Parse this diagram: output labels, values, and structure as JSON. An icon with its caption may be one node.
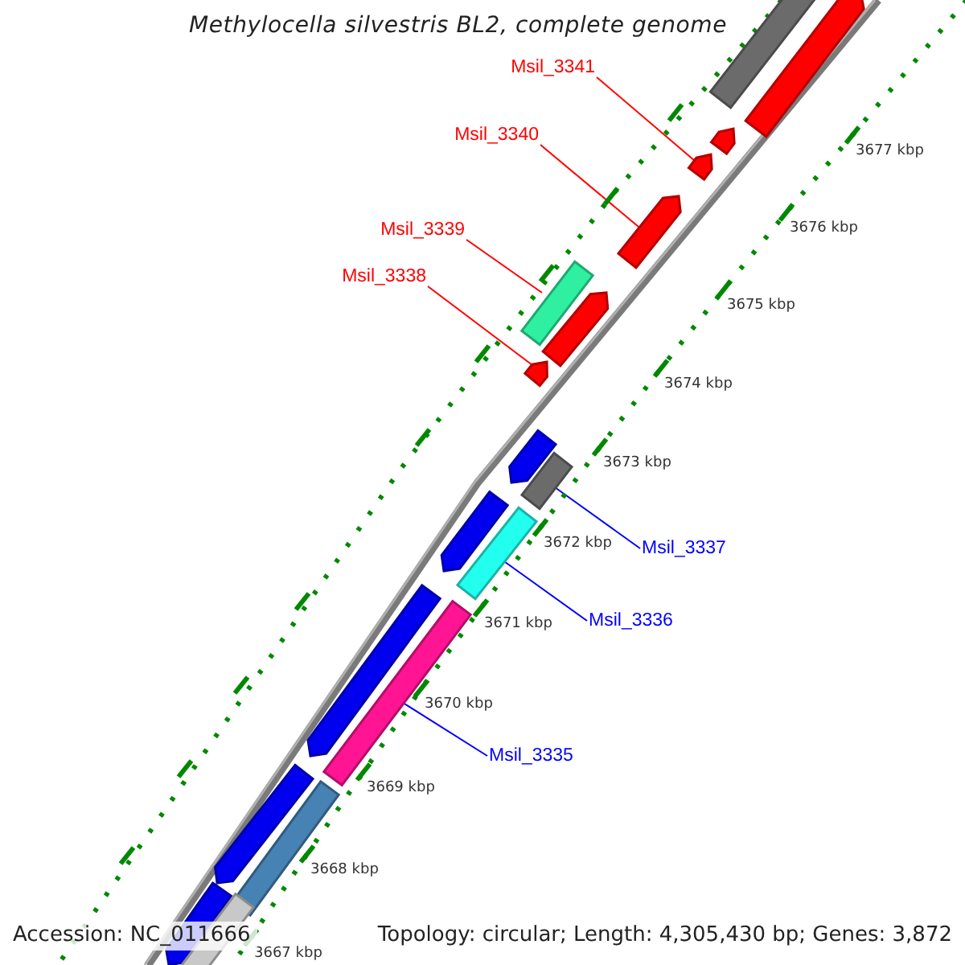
{
  "diagram": {
    "title": "Methylocella silvestris BL2, complete genome",
    "nodes": [
      {
        "text": [
          "Msil_3341"
        ]
      },
      {
        "text": [
          "Msil_3340"
        ]
      },
      {
        "text": [
          "Msil_3339"
        ]
      },
      {
        "text": [
          "Msil_3338"
        ]
      },
      {
        "text": [
          "Msil_3337"
        ]
      },
      {
        "text": [
          "Msil_3336"
        ]
      },
      {
        "text": [
          "Msil_3335"
        ]
      },
      {
        "text": [],
        "shape": "bar"
      },
      {
        "text": [],
        "shape": "pentagon"
      },
      {
        "text": [],
        "shape": "pentagon"
      },
      {
        "text": [],
        "shape": "pentagon"
      },
      {
        "text": [],
        "shape": "pentagon"
      },
      {
        "text": [],
        "shape": "bar"
      },
      {
        "text": [],
        "shape": "pentagon"
      },
      {
        "text": [],
        "shape": "pentagon"
      },
      {
        "text": [],
        "shape": "pentagon"
      },
      {
        "text": [],
        "shape": "bar"
      },
      {
        "text": [],
        "shape": "pentagon"
      },
      {
        "text": [],
        "shape": "bar"
      },
      {
        "text": [],
        "shape": "pentagon"
      },
      {
        "text": [],
        "shape": "bar"
      },
      {
        "text": [],
        "shape": "pentagon"
      },
      {
        "text": [],
        "shape": "bar"
      },
      {
        "text": [],
        "shape": "pentagon"
      },
      {
        "text": [],
        "shape": "bar"
      }
    ],
    "edges": [
      {
        "from": 0,
        "to": 10,
        "arrow": "none"
      },
      {
        "from": 1,
        "to": 11,
        "arrow": "none"
      },
      {
        "from": 2,
        "to": 12,
        "arrow": "none"
      },
      {
        "from": 3,
        "to": 14,
        "arrow": "none"
      },
      {
        "from": 4,
        "to": 16,
        "arrow": "none",
        "color": "#0000ff"
      },
      {
        "from": 5,
        "to": 18,
        "arrow": "none",
        "color": "#0000ff"
      },
      {
        "from": 6,
        "to": 20,
        "arrow": "none",
        "color": "#0000ff"
      }
    ],
    "labels": [
      "3677 kbp",
      "3676 kbp",
      "3675 kbp",
      "3674 kbp",
      "3673 kbp",
      "3672 kbp",
      "3671 kbp",
      "3670 kbp",
      "3669 kbp",
      "3668 kbp",
      "3667 kbp",
      "Accession: NC_011666",
      "Topology: circular; Length: 4,305,430 bp; Genes: 3,872"
    ]
  }
}
